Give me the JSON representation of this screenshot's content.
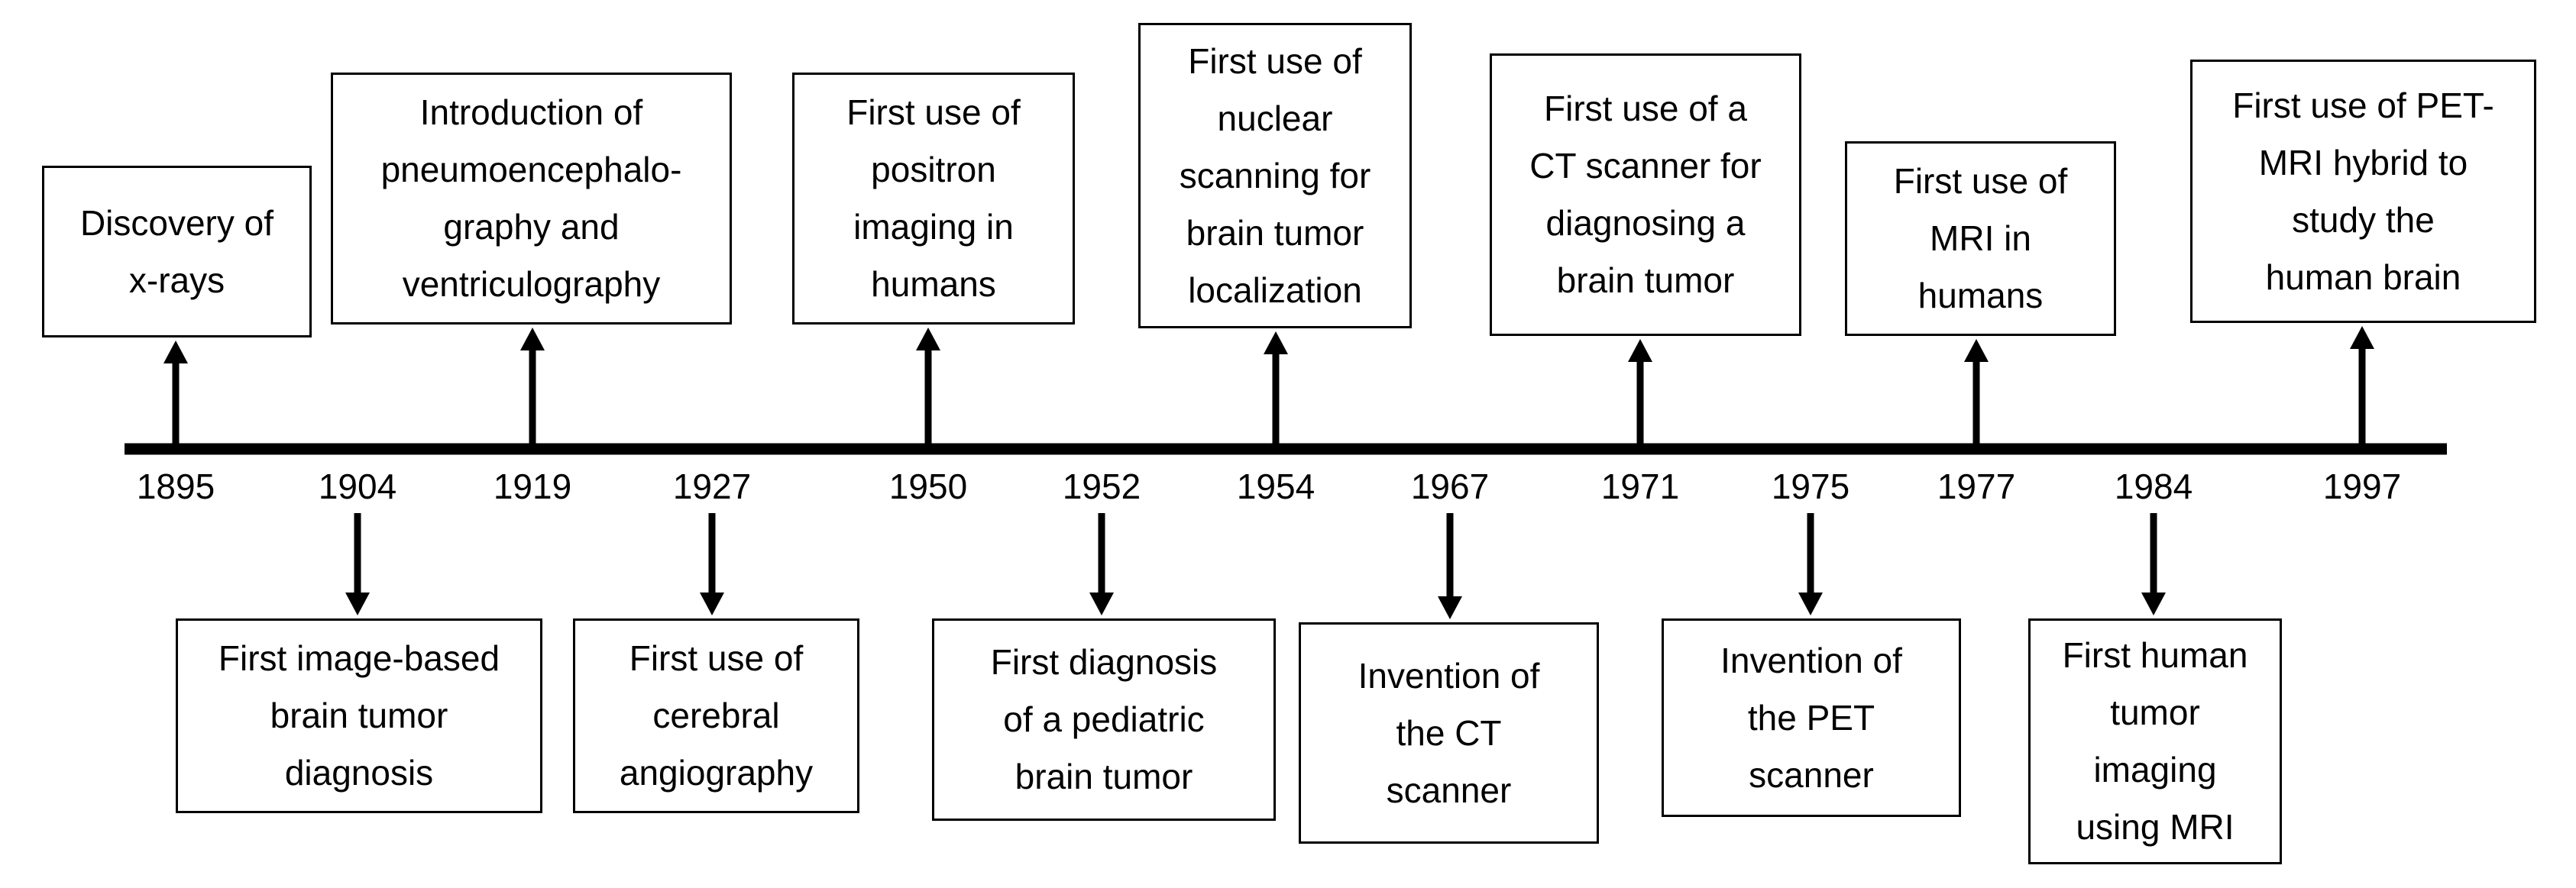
{
  "events": [
    {
      "year": "1895",
      "label": "Discovery of\nx-rays",
      "side": "top"
    },
    {
      "year": "1904",
      "label": "First image-based\nbrain tumor\ndiagnosis",
      "side": "bottom"
    },
    {
      "year": "1919",
      "label": "Introduction of\npneumoencephalo-\ngraphy and\nventriculography",
      "side": "top"
    },
    {
      "year": "1927",
      "label": "First use of\ncerebral\nangiography",
      "side": "bottom"
    },
    {
      "year": "1950",
      "label": "First use of\npositron\nimaging in\nhumans",
      "side": "top"
    },
    {
      "year": "1952",
      "label": "First diagnosis\nof a pediatric\nbrain tumor",
      "side": "bottom"
    },
    {
      "year": "1954",
      "label": "First use of\nnuclear\nscanning for\nbrain tumor\nlocalization",
      "side": "top"
    },
    {
      "year": "1967",
      "label": "Invention of\nthe CT\nscanner",
      "side": "bottom"
    },
    {
      "year": "1971",
      "label": "First use of a\nCT scanner for\ndiagnosing a\nbrain tumor",
      "side": "top"
    },
    {
      "year": "1975",
      "label": "Invention of\nthe PET\nscanner",
      "side": "bottom"
    },
    {
      "year": "1977",
      "label": "First use of\nMRI in\nhumans",
      "side": "top"
    },
    {
      "year": "1984",
      "label": "First human\ntumor\nimaging\nusing MRI",
      "side": "bottom"
    },
    {
      "year": "1997",
      "label": "First use of PET-\nMRI hybrid to\nstudy the\nhuman brain",
      "side": "top"
    }
  ]
}
